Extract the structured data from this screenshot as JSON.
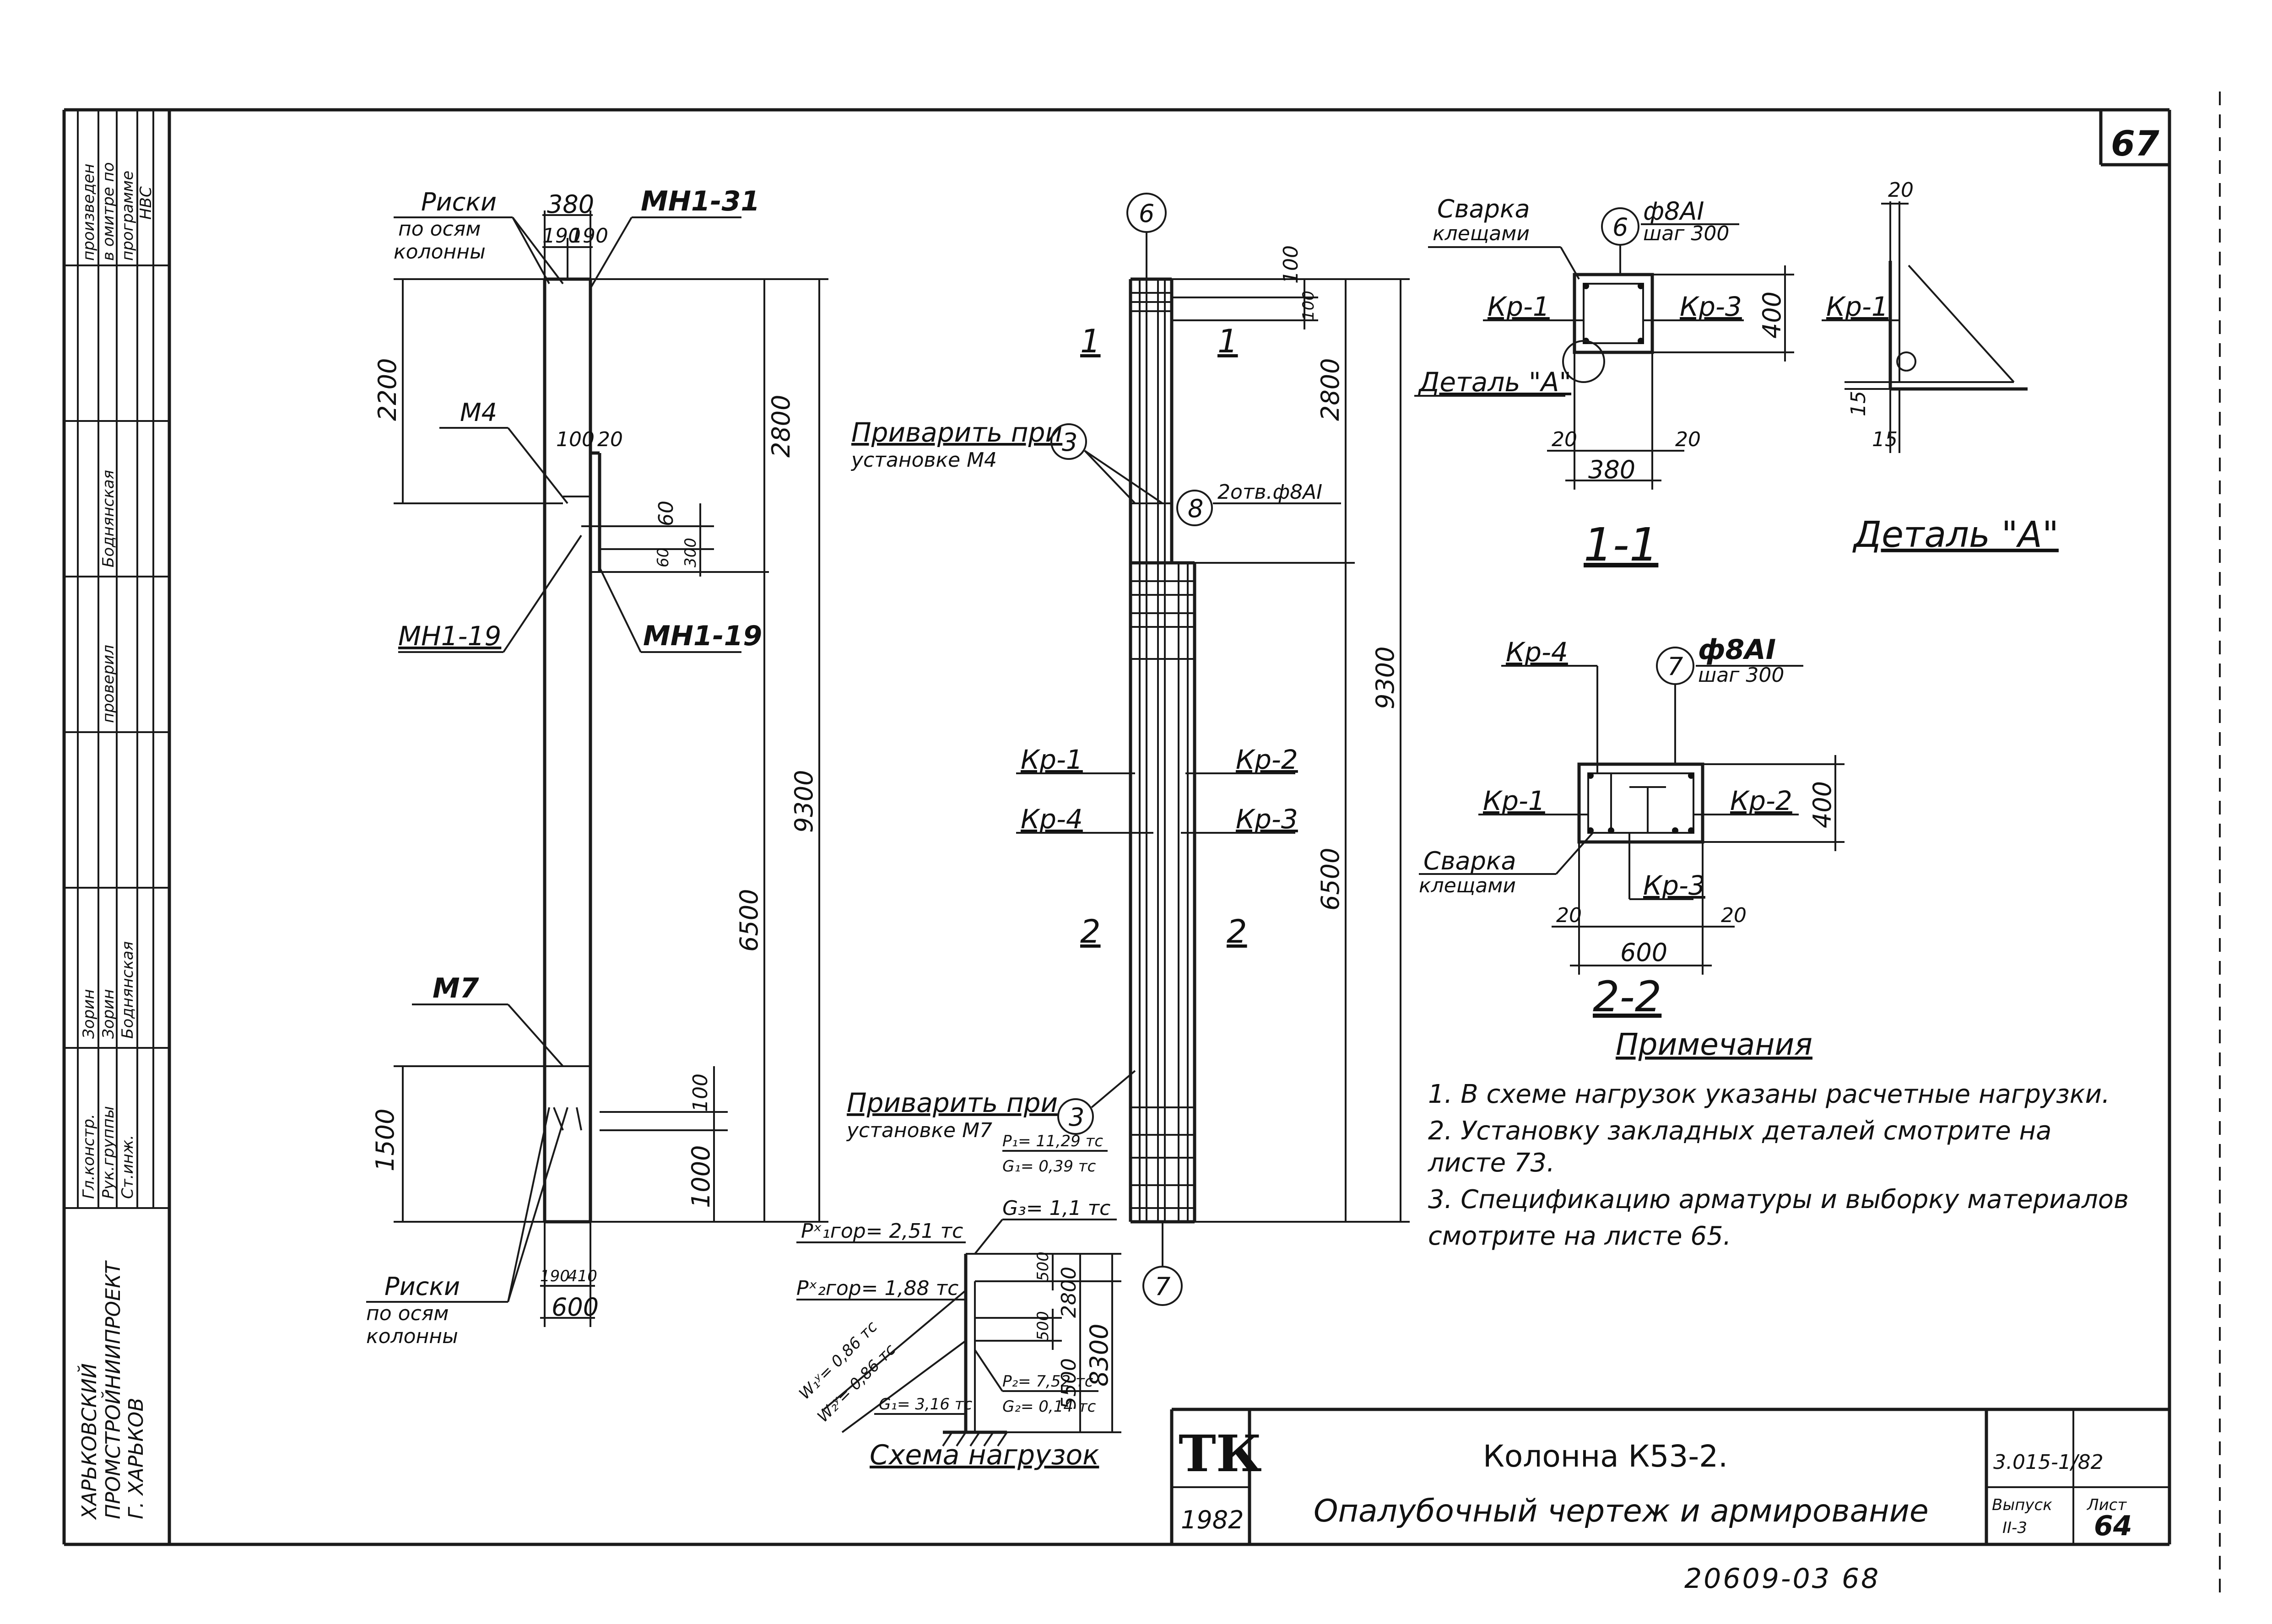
{
  "sheet": {
    "number_top": "67",
    "archive": "20609-03 68"
  },
  "stamp_left": {
    "approval": [
      "произведен",
      "в омитре по",
      "программе",
      "НВС"
    ],
    "roles": [
      "Гл.констр.",
      "Рук.группы",
      "Ст.инж."
    ],
    "names": [
      "Зорин",
      "Зорин",
      "Боднянская"
    ],
    "checker_role": "проверил",
    "checker_name": "Боднянская",
    "org": [
      "ХАРЬКОВСКИЙ",
      "ПРОМСТРОЙНИИПРОЕКТ",
      "Г. ХАРЬКОВ"
    ]
  },
  "formwork_view": {
    "labels": {
      "marks_top": [
        "Риски",
        "по осям",
        "колонны"
      ],
      "marks_bottom": [
        "Риски",
        "по осям",
        "колонны"
      ],
      "mh1_31": "МН1-31",
      "m4": "М4",
      "mh1_19_left": "МН1-19",
      "mh1_19_right": "МН1-19",
      "m7": "М7"
    },
    "dims": {
      "top_width": "380",
      "top_half_l": "190",
      "top_half_r": "190",
      "d2200": "2200",
      "d1500": "1500",
      "d2800": "2800",
      "d9300": "9300",
      "d6500": "6500",
      "d100_20": "100",
      "d20": "20",
      "d60a": "60",
      "d60b": "60",
      "d300": "300",
      "d100b": "100",
      "d1000": "1000",
      "bot_190": "190",
      "bot_410": "410",
      "bot_600": "600"
    }
  },
  "reinf_view": {
    "axis_top": "6",
    "axis_bottom": "7",
    "sec1_l": "1",
    "sec1_r": "1",
    "sec2_l": "2",
    "sec2_r": "2",
    "weld_m4": [
      "Приварить при",
      "установке М4"
    ],
    "weld_m7": [
      "Приварить при",
      "установке М7"
    ],
    "pos3a": "3",
    "pos3b": "3",
    "pos8": "8",
    "pos8_text": "2отв.ф8АI",
    "kr1": "Кр-1",
    "kr2": "Кр-2",
    "kr4": "Кр-4",
    "kr3": "Кр-3",
    "d100": "100",
    "d100b": "100",
    "d2800": "2800",
    "d9300": "9300",
    "d6500": "6500"
  },
  "section_1_1": {
    "title": "1-1",
    "weld": [
      "Сварка",
      "клещами"
    ],
    "pos6": "6",
    "rebar": "ф8АI",
    "step": "шаг 300",
    "kr1": "Кр-1",
    "kr3": "Кр-3",
    "detail": "Деталь \"А\"",
    "d400": "400",
    "d20a": "20",
    "d20b": "20",
    "d380": "380"
  },
  "detail_a": {
    "title": "Деталь \"А\"",
    "kr1": "Кр-1",
    "d20": "20",
    "d15a": "15",
    "d15b": "15"
  },
  "section_2_2": {
    "title": "2-2",
    "kr4": "Кр-4",
    "pos7": "7",
    "rebar": "ф8АI",
    "step": "шаг 300",
    "kr1": "Кр-1",
    "kr2": "Кр-2",
    "kr3": "Кр-3",
    "weld": [
      "Сварка",
      "клещами"
    ],
    "d400": "400",
    "d20a": "20",
    "d20b": "20",
    "d600": "600"
  },
  "notes": {
    "title": "Примечания",
    "items": [
      "1.  В схеме нагрузок указаны расчетные нагрузки.",
      "2.  Установку закладных деталей смотрите на",
      "     листе 73.",
      "3.  Спецификацию арматуры и выборку материалов",
      "     смотрите на листе 65."
    ]
  },
  "load_scheme": {
    "title": "Схема нагрузок",
    "p1": "P₁= 11,29 тс",
    "g1": "G₁= 0,39 тс",
    "g3": "G₃= 1,1 тс",
    "p1_gor": "Pˣ₁гор= 2,51 тс",
    "p2_gor": "Pˣ₂гор= 1,88 тс",
    "w1": "W₁ʸ= 0,86 тс",
    "w2": "W₂ʸ= 0,86 тс",
    "g_base": "G₁= 3,16 тс",
    "p2": "P₂= 7,52 тс",
    "g2": "G₂= 0,14 тс",
    "d500a": "500",
    "d500b": "500",
    "d2800": "2800",
    "d5500": "5500",
    "d8300": "8300"
  },
  "title_block": {
    "logo": "ТК",
    "year": "1982",
    "title": "Колонна К53-2.",
    "subtitle": "Опалубочный чертеж и армирование",
    "code": "3.015-1/82",
    "issue_label": "Выпуск",
    "issue_value": "II-3",
    "sheet_label": "Лист",
    "sheet_value": "64"
  }
}
